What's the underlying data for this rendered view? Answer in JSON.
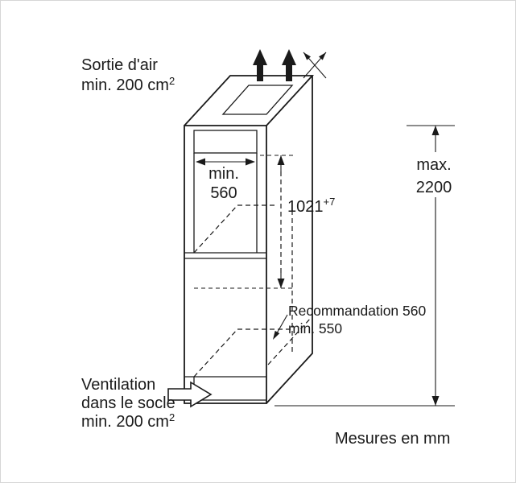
{
  "diagram": {
    "air_outlet": {
      "line1": "Sortie d'air",
      "line2": "min. 200 cm",
      "sup": "2"
    },
    "niche_width": {
      "label": "min.",
      "value": "560"
    },
    "niche_height": {
      "value": "1021",
      "tolerance": "+7"
    },
    "max_height": {
      "label": "max.",
      "value": "2200"
    },
    "depth": {
      "line1": "Recommandation 560",
      "line2": "min. 550"
    },
    "ventilation": {
      "line1": "Ventilation",
      "line2": "dans le socle",
      "line3": "min. 200 cm",
      "sup": "2"
    },
    "units": "Mesures en mm",
    "colors": {
      "ink": "#1a1a1a",
      "background": "#ffffff"
    }
  }
}
